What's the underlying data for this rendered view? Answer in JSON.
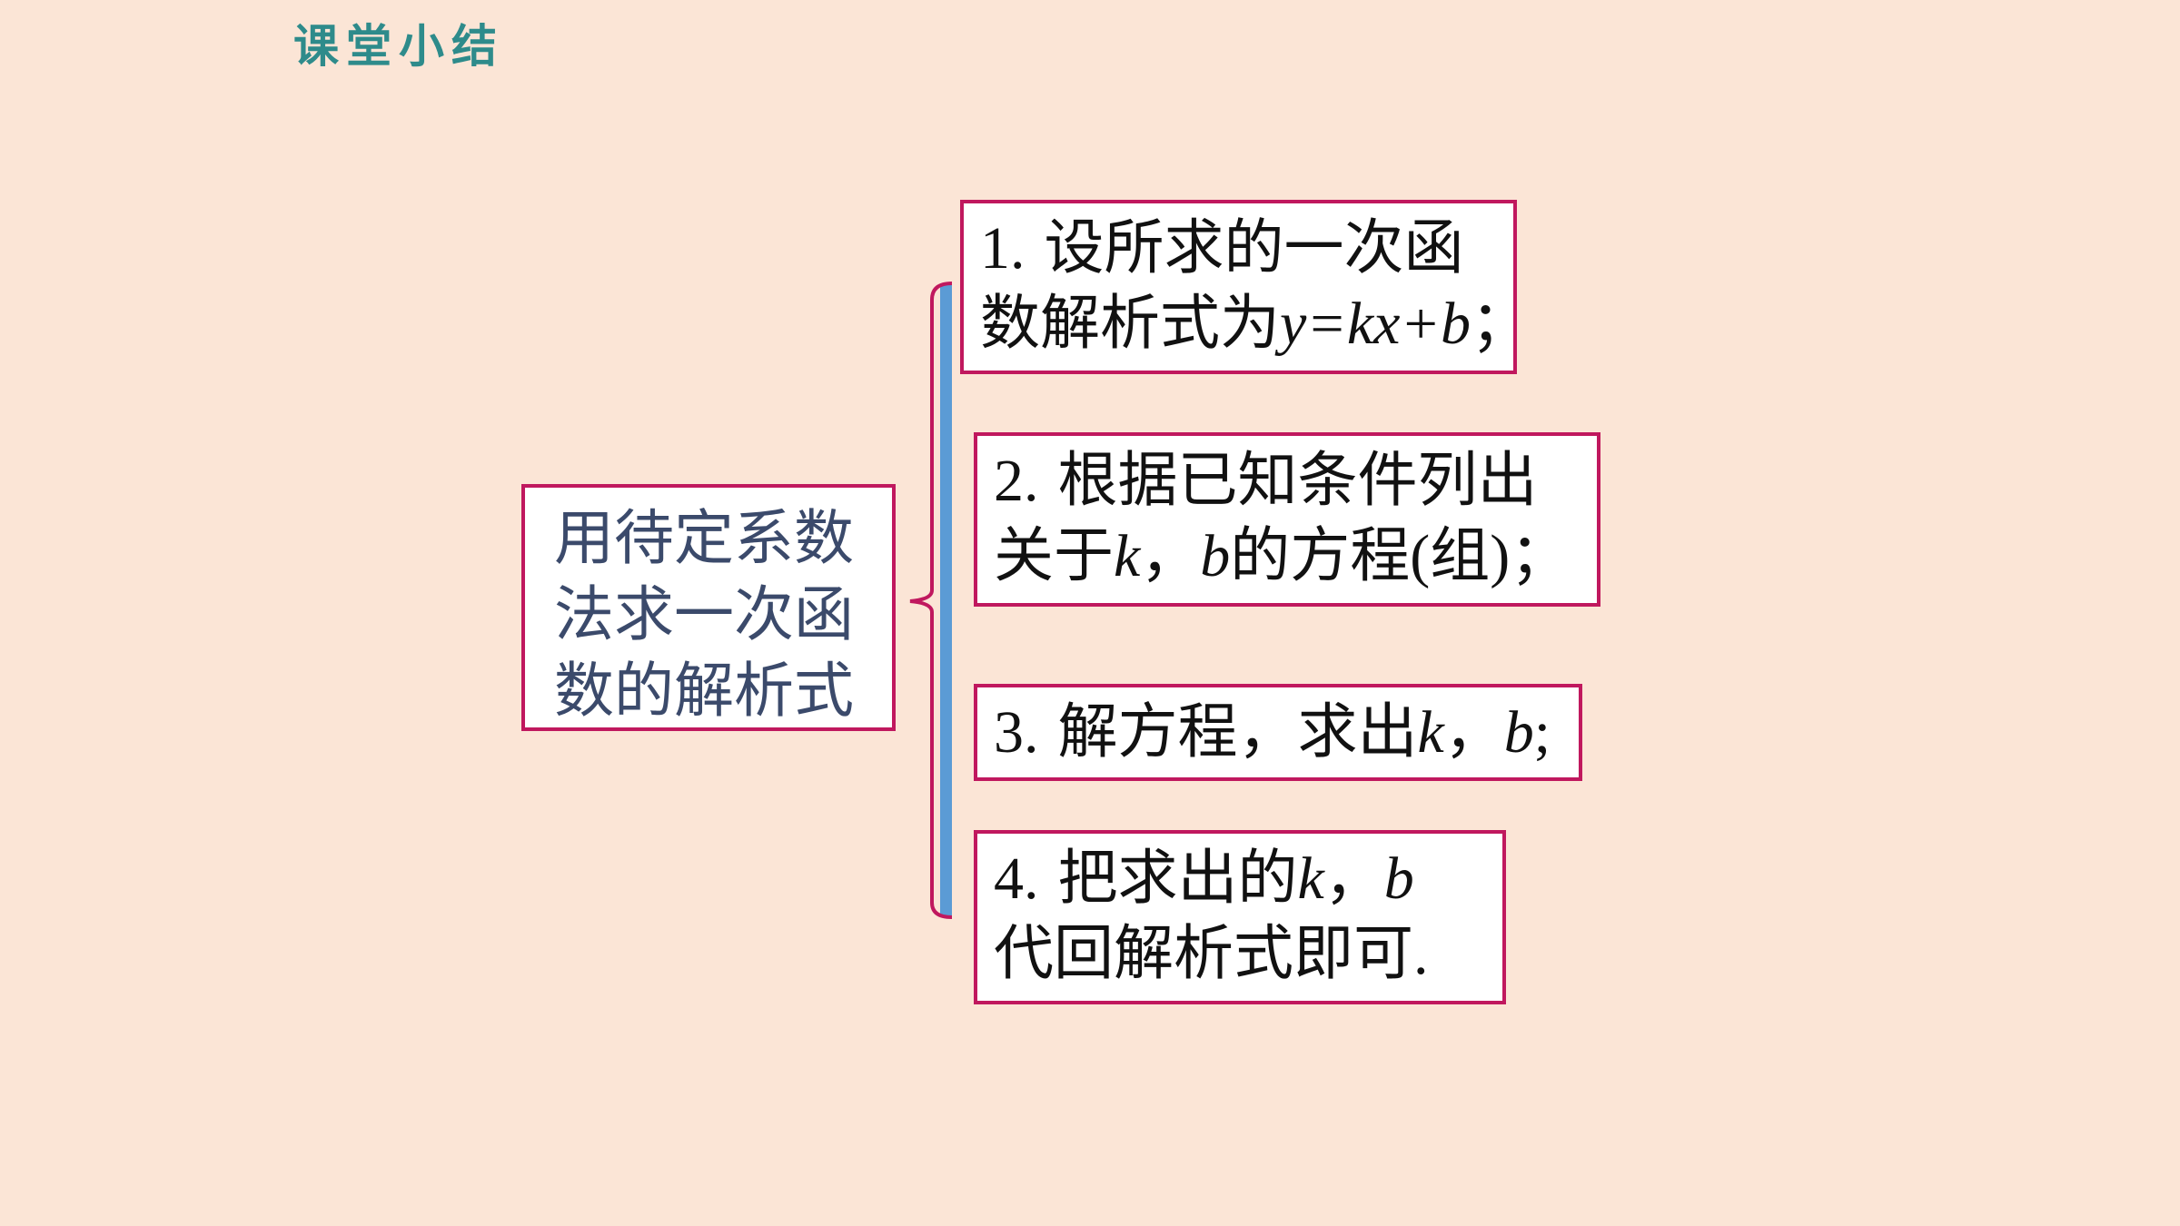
{
  "header": {
    "title": "课堂小结"
  },
  "topic": {
    "lines": [
      "用待定系数",
      "法求一次函",
      "数的解析式"
    ]
  },
  "steps": {
    "s1": {
      "number": "1.",
      "line1": "设所求的一次函",
      "line2_text": "数解析式为",
      "formula": "y=kx+b",
      "end": "；"
    },
    "s2": {
      "number": "2.",
      "line1": "根据已知条件列出",
      "line2_pre": "关于",
      "k": "k",
      "comma": "，",
      "b": "b",
      "line2_post": "的方程",
      "paren": "(组)",
      "end": "；"
    },
    "s3": {
      "number": "3.",
      "text": "解方程，求出",
      "k": "k",
      "comma": "，",
      "b": "b",
      "end": ";"
    },
    "s4": {
      "number": "4.",
      "text": "把求出的",
      "k": "k",
      "comma": "，",
      "b": "b",
      "line2": "代回解析式即可",
      "end": "."
    }
  },
  "colors": {
    "background": "#fbe5d6",
    "header": "#2e8b8b",
    "box_border": "#c0185e",
    "bracket_fill": "#5b9bd5"
  }
}
